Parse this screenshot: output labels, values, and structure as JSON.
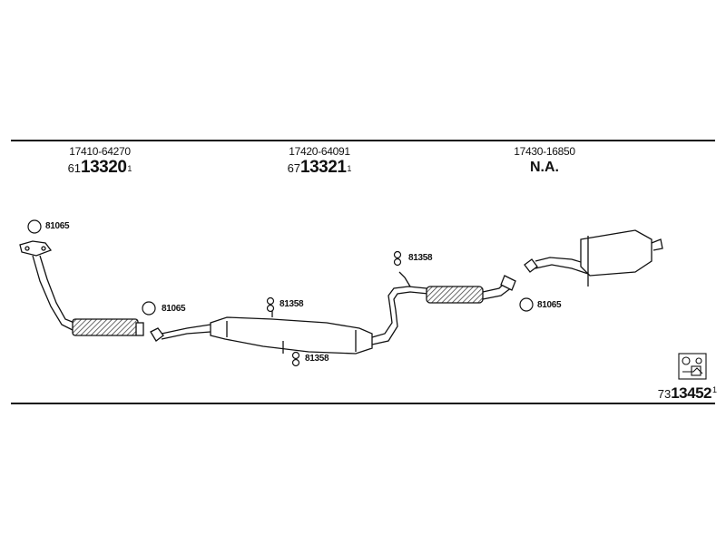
{
  "sections": [
    {
      "part_number": "17410-64270",
      "catalog_prefix": "61",
      "catalog_main": "13320",
      "catalog_sup": "1"
    },
    {
      "part_number": "17420-64091",
      "catalog_prefix": "67",
      "catalog_main": "13321",
      "catalog_sup": "1"
    },
    {
      "part_number": "17430-16850",
      "label": "N.A."
    }
  ],
  "callouts": {
    "gasket_front": "81065",
    "gasket_mid": "81065",
    "gasket_rear": "81065",
    "hanger_top_mid": "81358",
    "hanger_bottom_mid": "81358",
    "hanger_rear": "81358"
  },
  "footer": {
    "catalog_prefix": "73",
    "catalog_main": "13452",
    "catalog_sup": "1"
  },
  "icons": {
    "gasket": "ring-icon",
    "hanger": "rubber-hanger-icon",
    "assembly": "assembly-kit-icon"
  },
  "colors": {
    "line": "#111111",
    "fill": "#ffffff",
    "hatch": "#444444"
  }
}
